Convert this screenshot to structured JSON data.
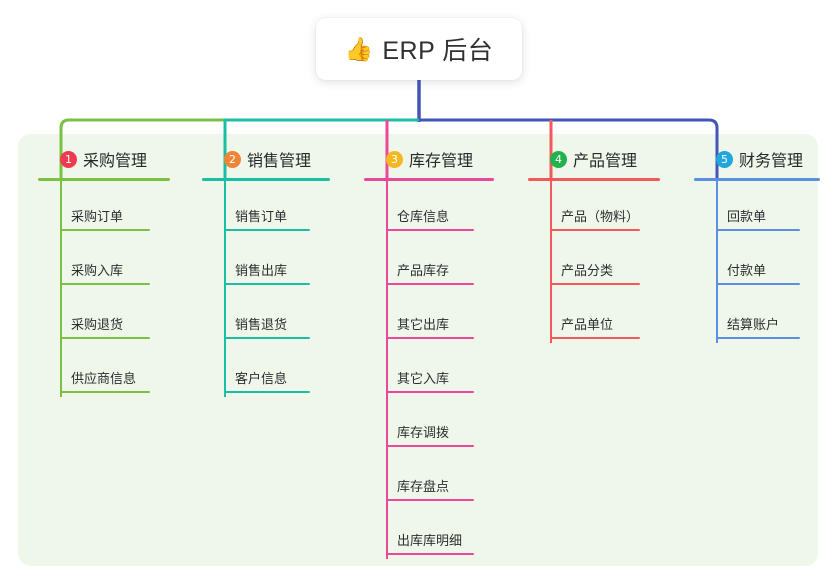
{
  "root": {
    "icon": "thumbs-up-icon",
    "emoji": "👍",
    "title": "ERP 后台"
  },
  "palette": {
    "panel_bg": "#eef7e9",
    "page_bg": "#ffffff",
    "stem_blue": "#4355b8",
    "text": "#2c2e31"
  },
  "columns": [
    {
      "number": "1",
      "title": "采购管理",
      "badge_color": "#ef3b52",
      "line_color": "#7ac143",
      "items": [
        {
          "label": "采购订单"
        },
        {
          "label": "采购入库"
        },
        {
          "label": "采购退货"
        },
        {
          "label": "供应商信息"
        }
      ]
    },
    {
      "number": "2",
      "title": "销售管理",
      "badge_color": "#f08437",
      "line_color": "#18bfa4",
      "items": [
        {
          "label": "销售订单"
        },
        {
          "label": "销售出库"
        },
        {
          "label": "销售退货"
        },
        {
          "label": "客户信息"
        }
      ]
    },
    {
      "number": "3",
      "title": "库存管理",
      "badge_color": "#f5b722",
      "line_color": "#ec4899",
      "items": [
        {
          "label": "仓库信息"
        },
        {
          "label": "产品库存"
        },
        {
          "label": "其它出库"
        },
        {
          "label": "其它入库"
        },
        {
          "label": "库存调拨"
        },
        {
          "label": "库存盘点"
        },
        {
          "label": "出库库明细"
        }
      ]
    },
    {
      "number": "4",
      "title": "产品管理",
      "badge_color": "#22b24c",
      "line_color": "#f2595c",
      "items": [
        {
          "label": "产品（物料）"
        },
        {
          "label": "产品分类"
        },
        {
          "label": "产品单位"
        }
      ]
    },
    {
      "number": "5",
      "title": "财务管理",
      "badge_color": "#21a7dd",
      "line_color": "#5b8fe0",
      "items": [
        {
          "label": "回款单"
        },
        {
          "label": "付款单"
        },
        {
          "label": "结算账户"
        }
      ]
    }
  ]
}
